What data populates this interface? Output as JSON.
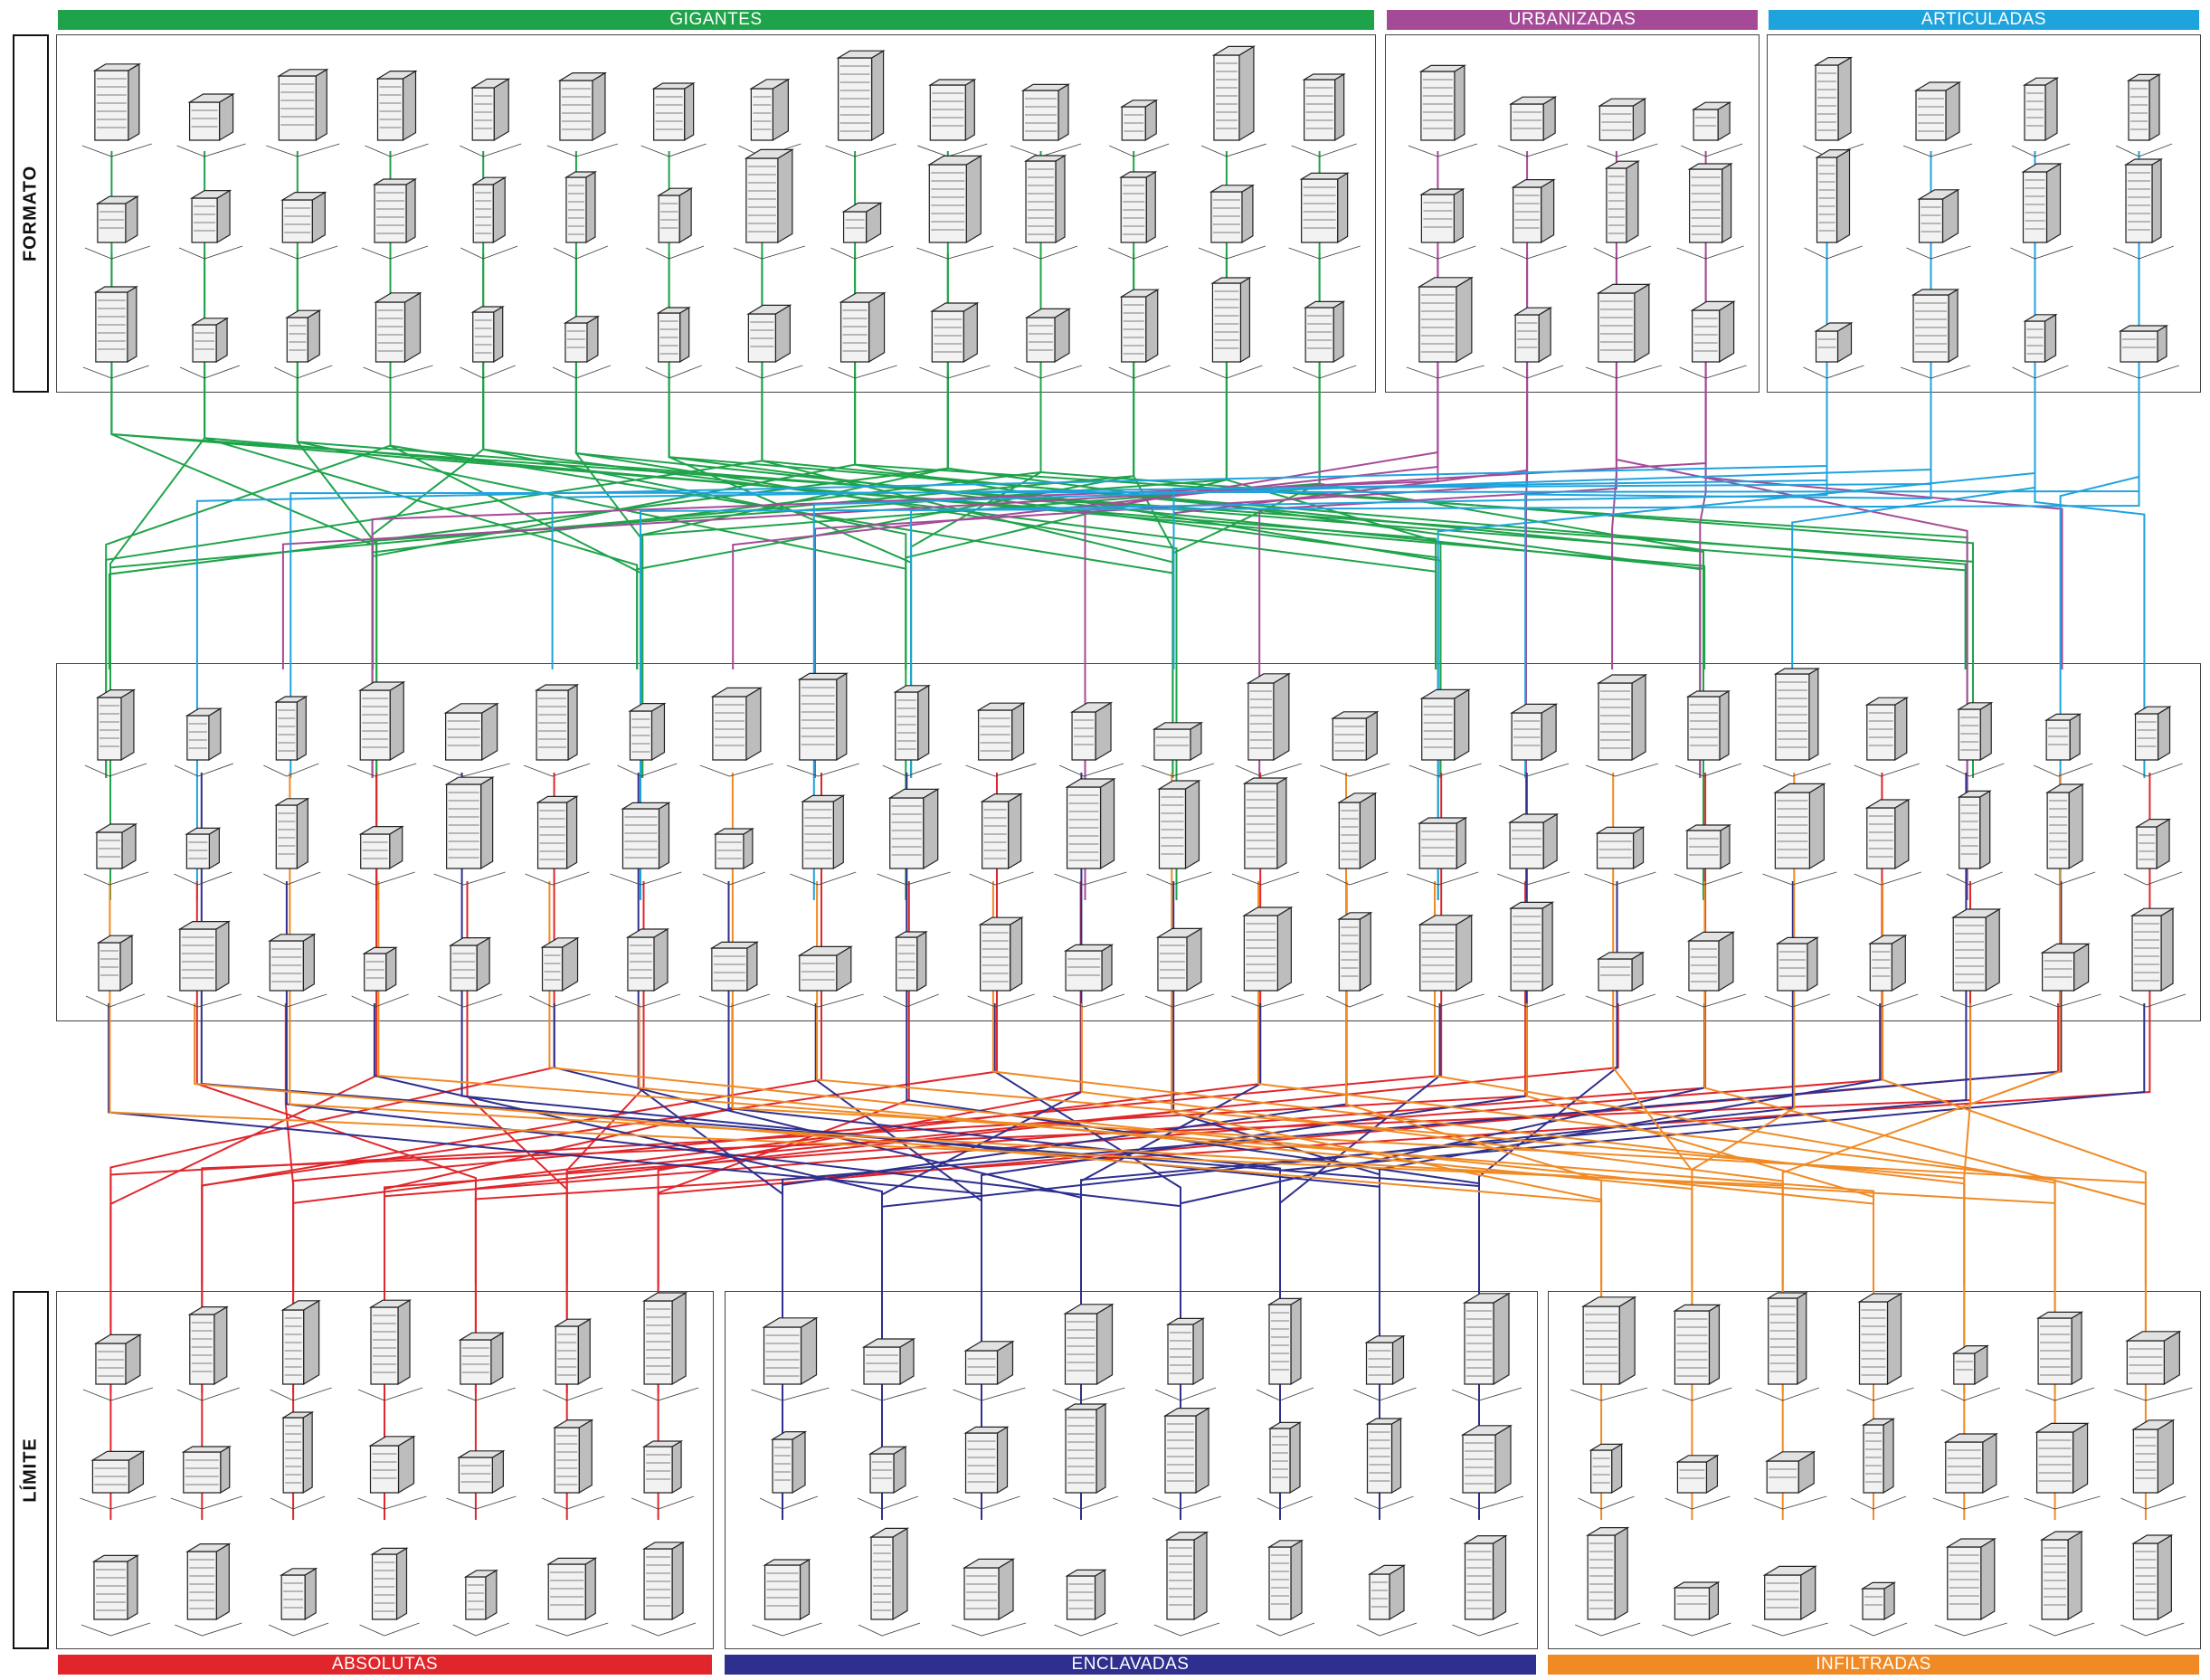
{
  "top_categories": [
    {
      "label": "GIGANTES",
      "color": "#1fa34a"
    },
    {
      "label": "URBANIZADAS",
      "color": "#a54a97"
    },
    {
      "label": "ARTICULADAS",
      "color": "#1fa3dd"
    }
  ],
  "bottom_categories": [
    {
      "label": "ABSOLUTAS",
      "color": "#e0262b"
    },
    {
      "label": "ENCLAVADAS",
      "color": "#2e2f8e"
    },
    {
      "label": "INFILTRADAS",
      "color": "#f08a24"
    }
  ],
  "axis_labels": {
    "top": "FORMATO",
    "bottom": "LÍMITE"
  },
  "icons": {
    "building": "isometric-building-icon"
  }
}
